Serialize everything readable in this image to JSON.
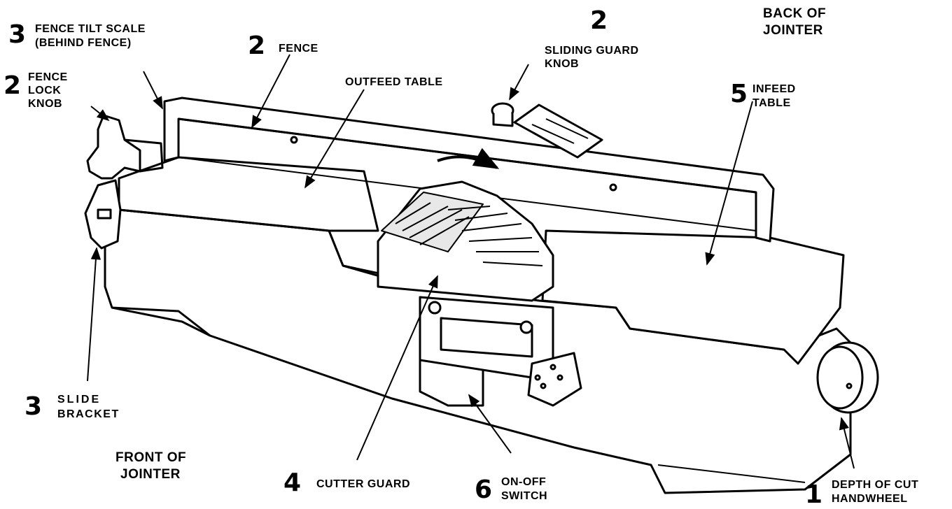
{
  "callouts": {
    "fence_tilt_scale": {
      "number": "3",
      "line1": "FENCE TILT SCALE",
      "line2": "(BEHIND FENCE)"
    },
    "fence": {
      "number": "2",
      "text": "FENCE"
    },
    "outfeed_table": {
      "text": "OUTFEED TABLE"
    },
    "sliding_guard_knob": {
      "number": "2",
      "line1": "SLIDING GUARD",
      "line2": "KNOB"
    },
    "back_of_jointer": {
      "line1": "BACK OF",
      "line2": "JOINTER"
    },
    "fence_lock_knob": {
      "number": "2",
      "line1": "FENCE",
      "line2": "LOCK",
      "line3": "KNOB"
    },
    "infeed_table": {
      "number": "5",
      "line1": "INFEED",
      "line2": "TABLE"
    },
    "slide_bracket": {
      "number": "3",
      "line1": "SLIDE",
      "line2": "BRACKET"
    },
    "front_of_jointer": {
      "line1": "FRONT OF",
      "line2": "JOINTER"
    },
    "cutter_guard": {
      "number": "4",
      "text": "CUTTER GUARD"
    },
    "on_off_switch": {
      "number": "6",
      "line1": "ON-OFF",
      "line2": "SWITCH"
    },
    "depth_of_cut_handwheel": {
      "number": "1",
      "line1": "DEPTH OF CUT",
      "line2": "HANDWHEEL"
    }
  },
  "colors": {
    "ink": "#000000",
    "paper": "#ffffff",
    "shade": "#e8e8e8"
  }
}
